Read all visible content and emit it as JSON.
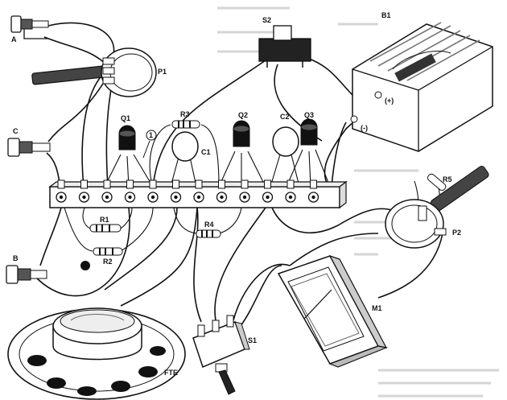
{
  "labels": {
    "terminal_a": "A",
    "terminal_b": "B",
    "terminal_c": "C",
    "pot_p1": "P1",
    "pot_p2": "P2",
    "switch_s1": "S1",
    "switch_s2": "S2",
    "battery_b1": "B1",
    "battery_plus": "(+)",
    "battery_minus": "(-)",
    "transistor_q1": "Q1",
    "transistor_q2": "Q2",
    "transistor_q3": "Q3",
    "capacitor_c1": "C1",
    "capacitor_c2": "C2",
    "resistor_r1": "R1",
    "resistor_r2": "R2",
    "resistor_r3": "R3",
    "resistor_r4": "R4",
    "resistor_r5": "R5",
    "meter_m1": "M1",
    "speaker_fte": "FTE",
    "marker_1": "1"
  },
  "colors": {
    "ink": "#111111",
    "paper": "#ffffff",
    "shade": "#555555",
    "background_text": "#c9c9c9"
  }
}
